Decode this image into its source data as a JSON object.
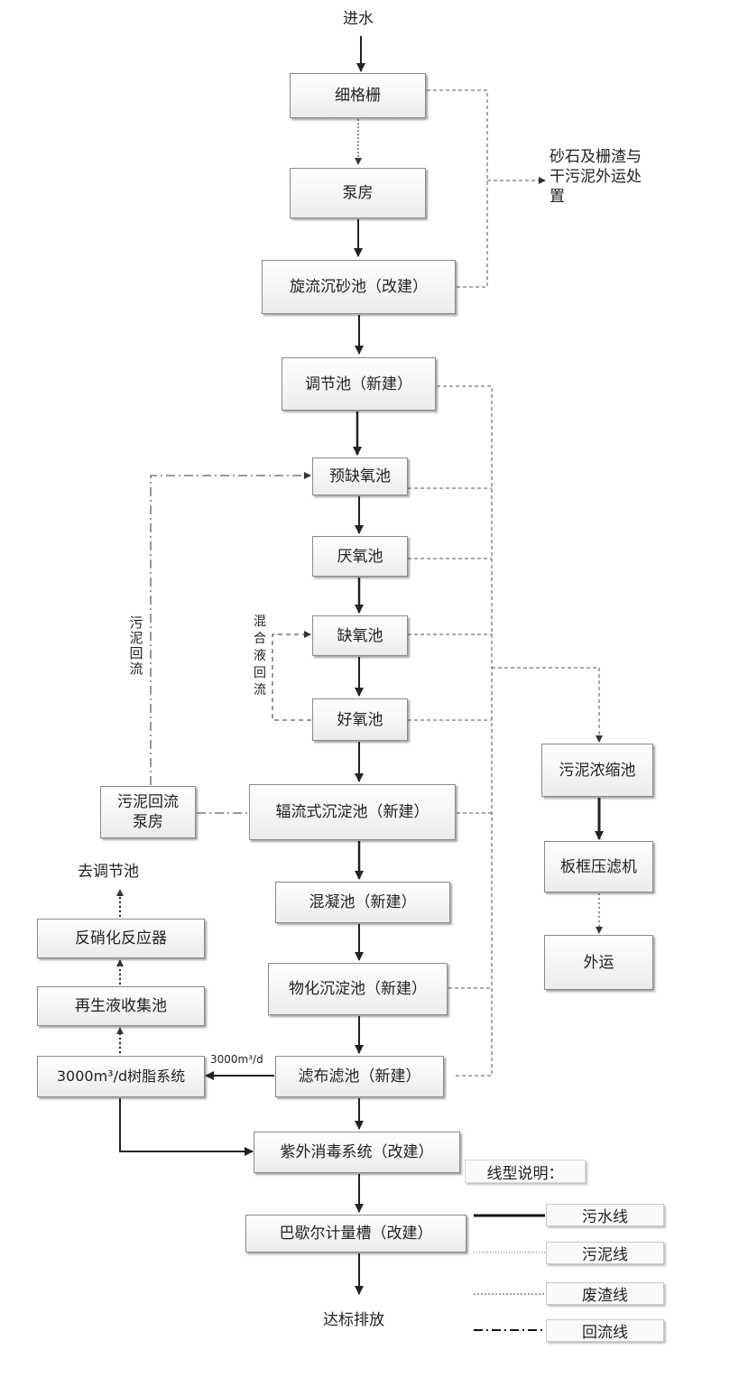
{
  "input_label": "进水",
  "output_label": "达标排放",
  "boxes": {
    "fine_screen": "细格栅",
    "pump_house": "泵房",
    "vortex_grit": "旋流沉砂池（改建）",
    "equalization": "调节池（新建）",
    "pre_anoxic": "预缺氧池",
    "anaerobic": "厌氧池",
    "anoxic": "缺氧池",
    "aerobic": "好氧池",
    "radial_clarifier": "辐流式沉淀池（新建）",
    "coagulation": "混凝池（新建）",
    "phys_chem": "物化沉淀池（新建）",
    "cloth_filter": "滤布滤池（新建）",
    "uv": "紫外消毒系统（改建）",
    "parshall": "巴歇尔计量槽（改建）",
    "sludge_pump": "污泥回流\n泵房",
    "resin": "3000m³/d树脂系统",
    "regen_collect": "再生液收集池",
    "denitrify_reactor": "反硝化反应器",
    "thickener": "污泥浓缩池",
    "filter_press": "板框压滤机",
    "haul": "外运"
  },
  "annotations": {
    "grit_disposal": "砂石及栅渣与\n干污泥外运处\n置",
    "sludge_return": "污泥回流",
    "mixed_liquor": "混合液回流",
    "flow_rate": "3000m³/d",
    "to_equalization": "去调节池"
  },
  "legend": {
    "title": "线型说明：",
    "items": [
      "污水线",
      "污泥线",
      "废渣线",
      "回流线"
    ]
  }
}
